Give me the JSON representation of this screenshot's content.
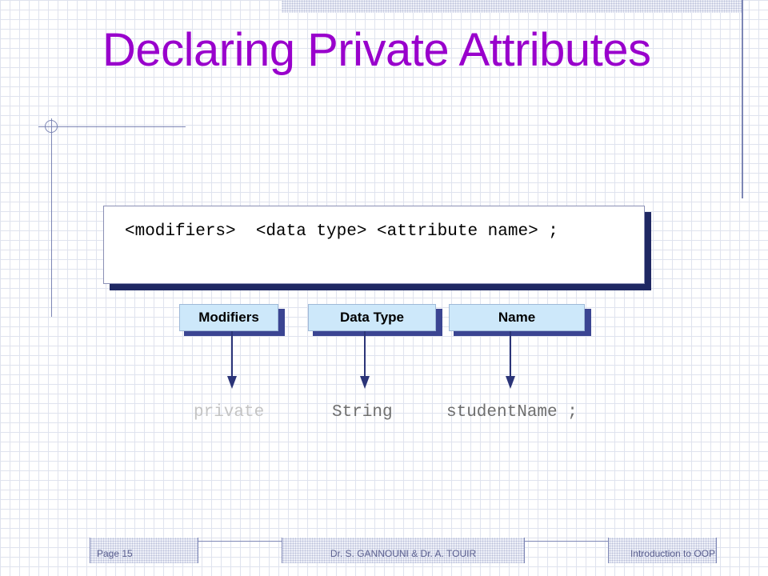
{
  "slide": {
    "title": "Declaring Private Attributes",
    "title_color": "#9900cc"
  },
  "syntax": {
    "template": "<modifiers>  <data type> <attribute name> ;"
  },
  "labels": {
    "modifiers": "Modifiers",
    "data_type": "Data Type",
    "name": "Name",
    "fill_color": "#cde8fa",
    "shadow_color": "#3b4592"
  },
  "example": {
    "modifier": "private",
    "type": "String",
    "name": "studentName ;"
  },
  "footer": {
    "page": "Page 15",
    "authors": "Dr. S. GANNOUNI & Dr.  A. TOUIR",
    "course": "Introduction to OOP"
  }
}
